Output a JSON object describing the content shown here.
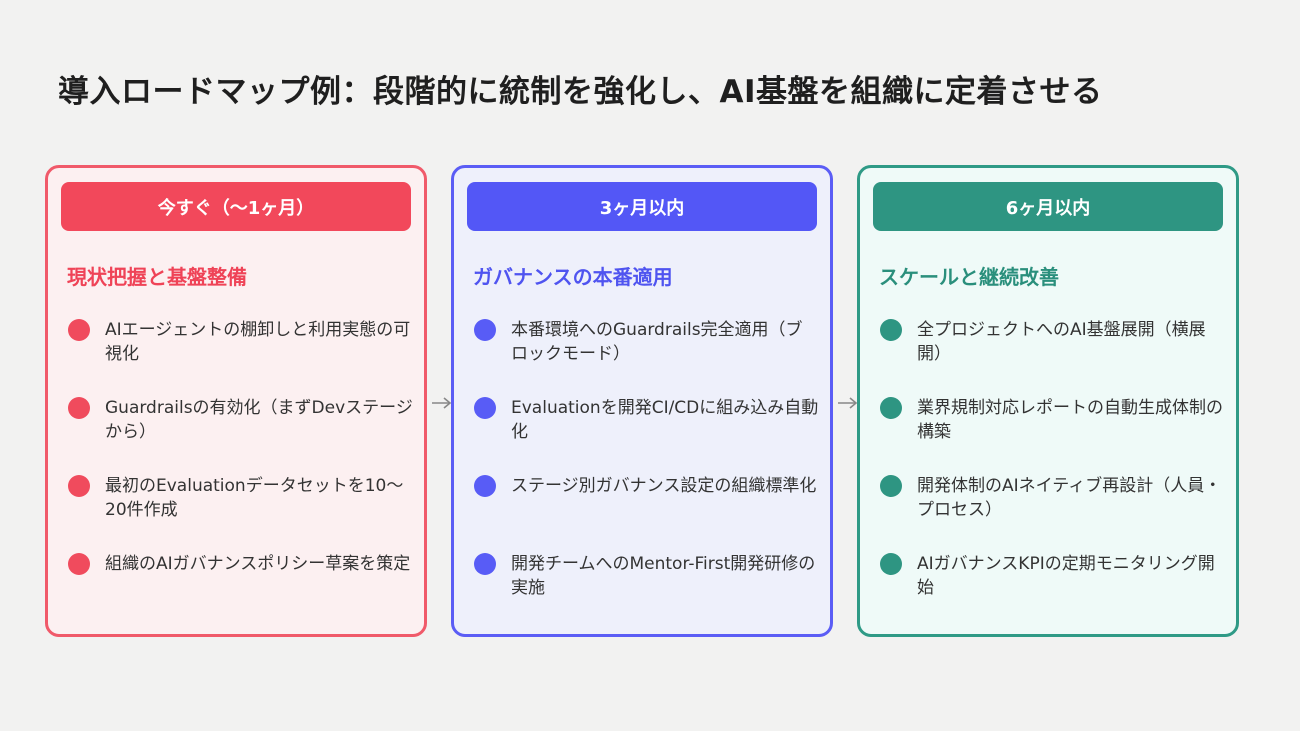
{
  "title": "導入ロードマップ例：段階的に統制を強化し、AI基盤を組織に定着させる",
  "phases": [
    {
      "label": "今すぐ（〜1ヶ月）",
      "heading": "現状把握と基盤整備",
      "items": [
        "AIエージェントの棚卸しと利用実態の可視化",
        "Guardrailsの有効化（まずDevステージから）",
        "最初のEvaluationデータセットを10〜20件作成",
        "組織のAIガバナンスポリシー草案を策定"
      ]
    },
    {
      "label": "3ヶ月以内",
      "heading": "ガバナンスの本番適用",
      "items": [
        "本番環境へのGuardrails完全適用（ブロックモード）",
        "Evaluationを開発CI/CDに組み込み自動化",
        "ステージ別ガバナンス設定の組織標準化",
        "開発チームへのMentor-First開発研修の実施"
      ]
    },
    {
      "label": "6ヶ月以内",
      "heading": "スケールと継続改善",
      "items": [
        "全プロジェクトへのAI基盤展開（横展開）",
        "業界規制対応レポートの自動生成体制の構築",
        "開発体制のAIネイティブ再設計（人員・プロセス）",
        "AIガバナンスKPIの定期モニタリング開始"
      ]
    }
  ],
  "colors": {
    "phase1": "#f2485b",
    "phase2": "#5357f6",
    "phase3": "#2e9582",
    "arrow": "#888888"
  }
}
